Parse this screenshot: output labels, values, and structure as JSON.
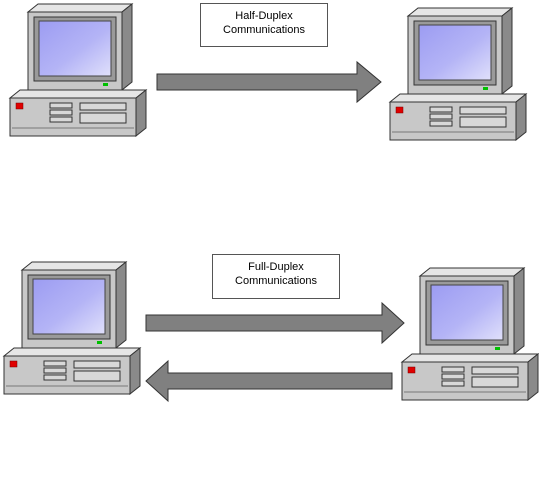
{
  "diagram": {
    "half_duplex": {
      "label_line1": "Half-Duplex",
      "label_line2": "Communications",
      "arrows": [
        "right"
      ]
    },
    "full_duplex": {
      "label_line1": "Full-Duplex",
      "label_line2": "Communications",
      "arrows": [
        "right",
        "left"
      ]
    },
    "computer_count": 4
  },
  "colors": {
    "computer_body": "#c0c0c0",
    "computer_shadow": "#808080",
    "screen": "#a8a8f0",
    "arrow": "#808080",
    "power_light": "#e00000",
    "status_light": "#00c000"
  },
  "icons": {
    "computer": "desktop-computer-icon",
    "arrow_right": "arrow-right-icon",
    "arrow_left": "arrow-left-icon"
  }
}
